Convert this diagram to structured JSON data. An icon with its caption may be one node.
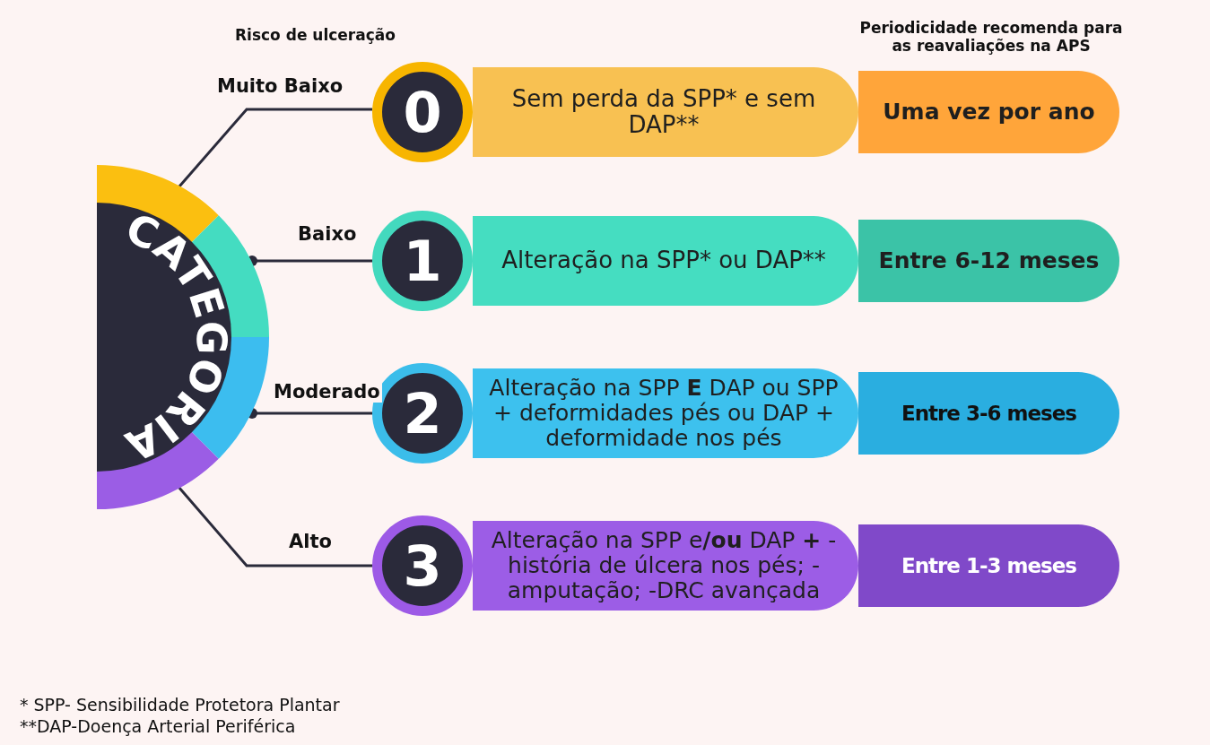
{
  "diagram": {
    "nodes": [
      {
        "text": [
          "CATEGORIA"
        ]
      },
      {
        "text": [
          "0"
        ]
      },
      {
        "text": [
          "Sem perda da SPP* e sem DAP**"
        ]
      },
      {
        "text": [
          "Uma vez por ano"
        ]
      },
      {
        "text": [
          "1"
        ]
      },
      {
        "text": [
          "Alteração na SPP* ou DAP**"
        ]
      },
      {
        "text": [
          "Entre 6-12 meses"
        ]
      },
      {
        "text": [
          "2"
        ]
      },
      {
        "text": [
          "Alteração na SPP **E** DAP ou SPP + deformidades pés ou DAP + deformidade nos pés"
        ]
      },
      {
        "text": [
          "Entre 3-6 meses"
        ]
      },
      {
        "text": [
          "3"
        ]
      },
      {
        "text": [
          "Alteração na SPP e**/ou** DAP **+** -história de úlcera nos pés; -amputação; -DRC avançada"
        ]
      },
      {
        "text": [
          "Entre 1-3 meses"
        ]
      }
    ],
    "edges": [
      {
        "from": 0,
        "to": 1,
        "arrow": "other",
        "label": "Muito Baixo"
      },
      {
        "from": 0,
        "to": 4,
        "arrow": "other",
        "label": "Baixo"
      },
      {
        "from": 0,
        "to": 7,
        "arrow": "other",
        "label": "Moderado"
      },
      {
        "from": 0,
        "to": 10,
        "arrow": "other",
        "label": "Alto"
      }
    ],
    "labels": [
      "Risco de ulceração",
      "Periodicidade recomenda para as reavaliações na APS",
      "* SPP- Sensibilidade Protetora Plantar",
      "**DAP-Doença Arterial Periférica"
    ]
  }
}
